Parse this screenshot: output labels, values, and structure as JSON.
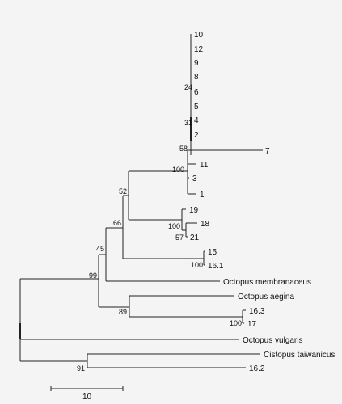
{
  "tree": {
    "leaves": {
      "l10": "10",
      "l12": "12",
      "l9": "9",
      "l8": "8",
      "l6": "6",
      "l5": "5",
      "l4": "4",
      "l2": "2",
      "l7": "7",
      "l11": "11",
      "l3": "3",
      "l1": "1",
      "l19": "19",
      "l18": "18",
      "l21": "21",
      "l15": "15",
      "l161": "16.1",
      "omem": "Octopus membranaceus",
      "oaeg": "Octopus aegina",
      "l163": "16.3",
      "l17": "17",
      "ovul": "Octopus vulgaris",
      "ctai": "Cistopus taiwanicus",
      "l162": "16.2"
    },
    "bootstrap": {
      "b24": "24",
      "b31": "31",
      "b58": "58",
      "b100a": "100",
      "b52": "52",
      "b100b": "100",
      "b57": "57",
      "b66": "66",
      "b100c": "100",
      "b45": "45",
      "b99": "99",
      "b89": "89",
      "b100d": "100",
      "b91": "91"
    }
  },
  "scale_bar": {
    "label": "10"
  }
}
